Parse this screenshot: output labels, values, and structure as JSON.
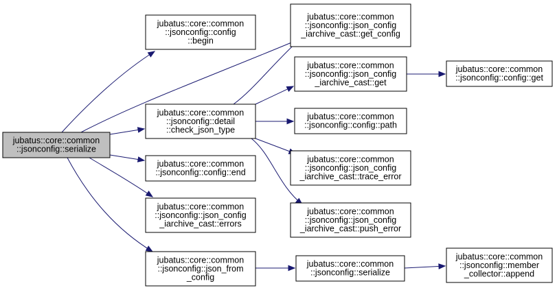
{
  "graph": {
    "nodes": [
      {
        "id": "serialize_root",
        "lines": [
          "jubatus::core::common",
          "::jsonconfig::serialize"
        ],
        "root": true
      },
      {
        "id": "config_begin",
        "lines": [
          "jubatus::core::common",
          "::jsonconfig::config",
          "::begin"
        ]
      },
      {
        "id": "check_json_type",
        "lines": [
          "jubatus::core::common",
          "::jsonconfig::detail",
          "::check_json_type"
        ]
      },
      {
        "id": "config_end",
        "lines": [
          "jubatus::core::common",
          "::jsonconfig::config::end"
        ]
      },
      {
        "id": "errors",
        "lines": [
          "jubatus::core::common",
          "::jsonconfig::json_config",
          "_iarchive_cast::errors"
        ]
      },
      {
        "id": "json_from_config",
        "lines": [
          "jubatus::core::common",
          "::jsonconfig::json_from",
          "_config"
        ]
      },
      {
        "id": "get_config",
        "lines": [
          "jubatus::core::common",
          "::jsonconfig::json_config",
          "_iarchive_cast::get_config"
        ]
      },
      {
        "id": "cast_get",
        "lines": [
          "jubatus::core::common",
          "::jsonconfig::json_config",
          "_iarchive_cast::get"
        ]
      },
      {
        "id": "config_path",
        "lines": [
          "jubatus::core::common",
          "::jsonconfig::config::path"
        ]
      },
      {
        "id": "trace_error",
        "lines": [
          "jubatus::core::common",
          "::jsonconfig::json_config",
          "_iarchive_cast::trace_error"
        ]
      },
      {
        "id": "push_error",
        "lines": [
          "jubatus::core::common",
          "::jsonconfig::json_config",
          "_iarchive_cast::push_error"
        ]
      },
      {
        "id": "serialize_2",
        "lines": [
          "jubatus::core::common",
          "::jsonconfig::serialize"
        ]
      },
      {
        "id": "config_get",
        "lines": [
          "jubatus::core::common",
          "::jsonconfig::config::get"
        ]
      },
      {
        "id": "member_append",
        "lines": [
          "jubatus::core::common",
          "::jsonconfig::member",
          "_collector::append"
        ]
      }
    ],
    "edges": [
      {
        "from": "serialize_root",
        "to": "config_begin"
      },
      {
        "from": "serialize_root",
        "to": "get_config"
      },
      {
        "from": "serialize_root",
        "to": "check_json_type"
      },
      {
        "from": "serialize_root",
        "to": "config_end"
      },
      {
        "from": "serialize_root",
        "to": "errors"
      },
      {
        "from": "serialize_root",
        "to": "json_from_config"
      },
      {
        "from": "check_json_type",
        "to": "get_config"
      },
      {
        "from": "check_json_type",
        "to": "cast_get"
      },
      {
        "from": "check_json_type",
        "to": "config_path"
      },
      {
        "from": "check_json_type",
        "to": "trace_error"
      },
      {
        "from": "check_json_type",
        "to": "push_error"
      },
      {
        "from": "cast_get",
        "to": "config_get"
      },
      {
        "from": "json_from_config",
        "to": "serialize_2"
      },
      {
        "from": "serialize_2",
        "to": "member_append"
      }
    ]
  }
}
